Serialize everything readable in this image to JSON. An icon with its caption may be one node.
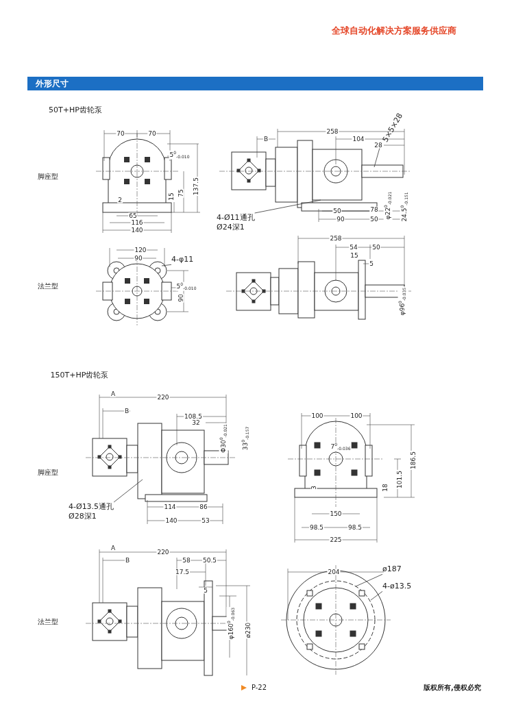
{
  "diagram": {
    "title": "外形尺寸",
    "nodes": [
      {
        "text": [
          "5×5×28"
        ]
      },
      {
        "text": [
          "4-Ø11通孔",
          "Ø24深1"
        ]
      },
      {
        "text": [
          "4-φ11"
        ]
      },
      {
        "text": [
          "4-Ø13.5通孔",
          "Ø28深1"
        ]
      },
      {
        "text": [
          "ø187"
        ]
      },
      {
        "text": [
          "4-ø13.5"
        ]
      }
    ],
    "edges": [
      {
        "from": 0,
        "to": null,
        "arrow": "none"
      },
      {
        "from": 1,
        "to": null,
        "arrow": "none"
      },
      {
        "from": 2,
        "to": null,
        "arrow": "none"
      },
      {
        "from": 3,
        "to": null,
        "arrow": "none"
      },
      {
        "from": 4,
        "to": null,
        "arrow": "none"
      },
      {
        "from": 5,
        "to": null,
        "arrow": "none"
      }
    ],
    "labels": [
      "全球自动化解决方案服务供应商",
      "50T+HP齿轮泵",
      "脚座型",
      "70",
      "70",
      "5$^{0}$$_{-0.010}$",
      "137.5",
      "75",
      "15",
      "2",
      "65",
      "116",
      "140",
      "258",
      "B",
      "104",
      "28",
      "φ22$^{0}$$_{-0.021}$",
      "24.5$^{0}$$_{-0.151}$",
      "50",
      "78",
      "90",
      "50",
      "法兰型",
      "120",
      "90",
      "5$^{0}$$_{-0.010}$",
      "90",
      "258",
      "54",
      "50",
      "15",
      "5",
      "φ96$^{0}$$_{-0.035}$",
      "150T+HP齿轮泵",
      "脚座型",
      "A",
      "220",
      "B",
      "108.5",
      "32",
      "Φ30$^{0}$$_{-0.021}$",
      "33$^{0}$$_{-0.157}$",
      "114",
      "86",
      "140",
      "53",
      "100",
      "100",
      "7$^{0}$$_{-0.036}$",
      "186.5",
      "101.5",
      "3",
      "18",
      "150",
      "98.5",
      "98.5",
      "225",
      "法兰型",
      "A",
      "220",
      "B",
      "58",
      "50.5",
      "17.5",
      "5",
      "φ160$^{0}$$_{-0.063}$",
      "ø230",
      "204",
      "P-22",
      "版权所有,侵权必究"
    ]
  }
}
